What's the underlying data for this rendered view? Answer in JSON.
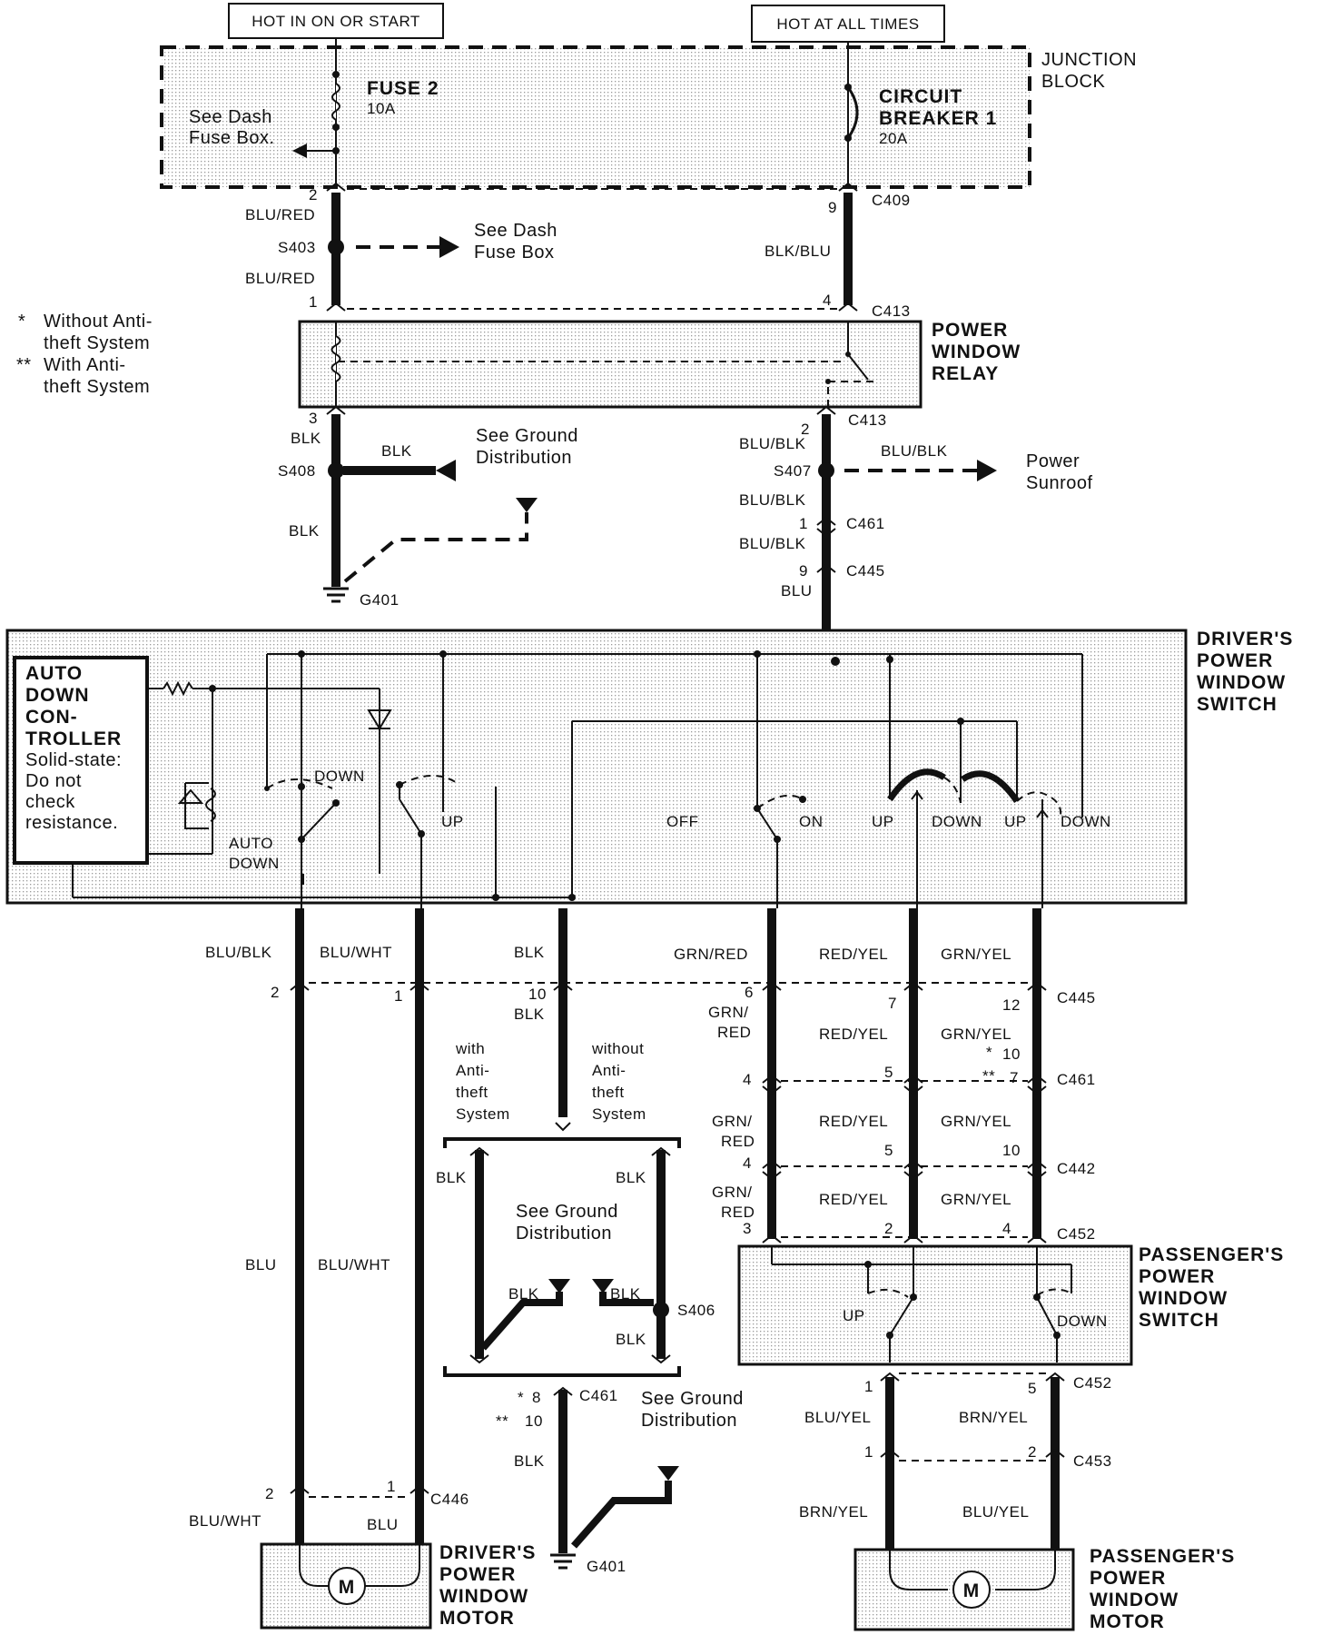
{
  "header": {
    "hot_on_start": "HOT IN ON OR START",
    "hot_all_times": "HOT AT ALL TIMES"
  },
  "junction": {
    "title_1": "JUNCTION",
    "title_2": "BLOCK",
    "fuse_name": "FUSE 2",
    "fuse_rating": "10A",
    "see_dash_1": "See Dash",
    "see_dash_2": "Fuse Box.",
    "cb_1": "CIRCUIT",
    "cb_2": "BREAKER 1",
    "cb_rating": "20A"
  },
  "legend": {
    "l1_mark": "*",
    "l1_a": "Without Anti-",
    "l1_b": "theft System",
    "l2_mark": "**",
    "l2_a": "With Anti-",
    "l2_b": "theft System"
  },
  "relay": {
    "title_1": "POWER",
    "title_2": "WINDOW",
    "title_3": "RELAY"
  },
  "labels": {
    "pin_2": "2",
    "pin_9": "9",
    "c409": "C409",
    "blu_red": "BLU/RED",
    "s403": "S403",
    "see_dash_1": "See Dash",
    "see_dash_2": "Fuse Box",
    "blk_blu": "BLK/BLU",
    "pin_1": "1",
    "pin_4": "4",
    "c413": "C413",
    "pin_3": "3",
    "blk": "BLK",
    "s408": "S408",
    "see_ground_1": "See Ground",
    "see_ground_2": "Distribution",
    "g401": "G401",
    "blu_blk": "BLU/BLK",
    "s407": "S407",
    "power_1": "Power",
    "power_2": "Sunroof",
    "c461": "C461",
    "c445": "C445",
    "blu": "BLU"
  },
  "driver_switch": {
    "title_1": "DRIVER'S",
    "title_2": "POWER",
    "title_3": "WINDOW",
    "title_4": "SWITCH",
    "ctrl_1": "AUTO",
    "ctrl_2": "DOWN",
    "ctrl_3": "CON-",
    "ctrl_4": "TROLLER",
    "ctrl_5": "Solid-state:",
    "ctrl_6": "Do not",
    "ctrl_7": "check",
    "ctrl_8": "resistance.",
    "down": "DOWN",
    "up": "UP",
    "auto_1": "AUTO",
    "auto_2": "DOWN",
    "off": "OFF",
    "on": "ON"
  },
  "lower": {
    "blu_wht": "BLU/WHT",
    "grn_red": "GRN/RED",
    "red_yel": "RED/YEL",
    "grn_yel": "GRN/YEL",
    "grn_slash": "GRN/",
    "red": "RED",
    "pin_10": "10",
    "pin_6": "6",
    "pin_7": "7",
    "pin_12": "12",
    "pin_5": "5",
    "pin_8": "8",
    "star": "*",
    "dstar": "**",
    "with_1": "with",
    "with_2": "Anti-",
    "with_3": "theft",
    "with_4": "System",
    "without_1": "without",
    "c442": "C442",
    "c452": "C452",
    "c446": "C446",
    "c453": "C453",
    "s406": "S406",
    "blu_yel": "BLU/YEL",
    "brn_yel": "BRN/YEL"
  },
  "passenger_switch": {
    "title_1": "PASSENGER'S",
    "title_2": "POWER",
    "title_3": "WINDOW",
    "title_4": "SWITCH",
    "up": "UP",
    "down": "DOWN"
  },
  "motors": {
    "driver_1": "DRIVER'S",
    "driver_2": "POWER",
    "driver_3": "WINDOW",
    "driver_4": "MOTOR",
    "pass_1": "PASSENGER'S",
    "pass_2": "POWER",
    "pass_3": "WINDOW",
    "pass_4": "MOTOR",
    "m": "M"
  }
}
